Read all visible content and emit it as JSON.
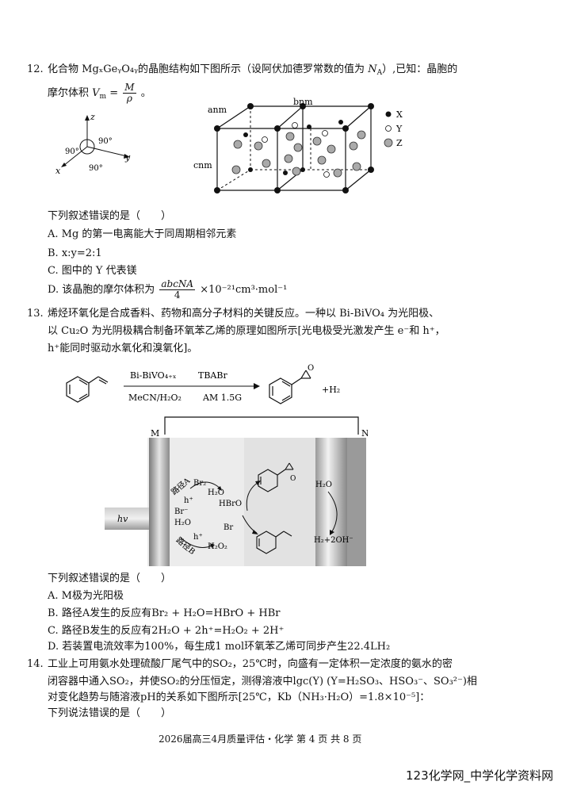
{
  "q12": {
    "num": "12.",
    "stem_a": "化合物",
    "formula": "MgₓGeᵧO₄ᵧ",
    "stem_b": "的晶胞结构如下图所示（设阿伏加德罗常数的值为",
    "na": "N",
    "na_sub": "A",
    "stem_c": "）,已知：晶胞的",
    "stem_line2": "摩尔体积",
    "vm": "V",
    "vm_sub": "m",
    "eq": "=",
    "frac_num": "M",
    "frac_den": "ρ",
    "stem_end": "。",
    "axes": {
      "z": "z",
      "y": "y",
      "x": "x",
      "a1": "90°",
      "a2": "90°",
      "a3": "90°"
    },
    "cell": {
      "a": "anm",
      "b": "bnm",
      "c": "cnm"
    },
    "legend": [
      {
        "label": "X"
      },
      {
        "label": "Y"
      },
      {
        "label": "Z"
      }
    ],
    "question": "下列叙述错误的是（　　）",
    "options": {
      "A": "A.  Mg 的第一电离能大于同周期相邻元素",
      "B": "B.  x:y=2:1",
      "C": "C.  图中的 Y 代表镁",
      "D_pre": "D.  该晶胞的摩尔体积为",
      "D_num": "abcNA",
      "D_den": "4",
      "D_post": "×10⁻²¹cm³·mol⁻¹"
    }
  },
  "q13": {
    "num": "13.",
    "line1": "烯烃环氧化是合成香料、药物和高分子材料的关键反应。一种以 Bi-BiVO₄ 为光阳极、",
    "line2": "以 Cu₂O 为光阴极耦合制备环氧苯乙烯的原理如图所示[光电极受光激发产生 e⁻和 h⁺，",
    "line3": "h⁺能同时驱动水氧化和溴氧化]。",
    "reaction": {
      "above1": "Bi-BiVO₄₊ₓ",
      "above2": "TBABr",
      "below1": "MeCN/H₂O₂",
      "below2": "AM 1.5G",
      "byproduct": "+H₂"
    },
    "cell": {
      "M": "M",
      "N": "N",
      "hv": "hv",
      "pathA": "路径A",
      "pathB": "路径B",
      "Br2": "Br₂",
      "H2O_a": "H₂O",
      "h1": "h⁺",
      "HBrO": "HBrO",
      "Br_minus": "Br⁻",
      "H2O_b": "H₂O",
      "h2": "h⁺",
      "Br": "Br",
      "H2O2": "H₂O₂",
      "H2O_r": "H₂O",
      "H2OH": "H₂+2OH⁻"
    },
    "question": "下列叙述错误的是（　　）",
    "options": {
      "A": "A.  M极为光阳极",
      "B": "B.  路径A发生的反应有Br₂ + H₂O=HBrO + HBr",
      "C": "C.  路径B发生的反应有2H₂O + 2h⁺=H₂O₂ + 2H⁺",
      "D": "D.  若装置电流效率为100%，每生成1 mol环氧苯乙烯可同步产生22.4LH₂"
    }
  },
  "q14": {
    "num": "14.",
    "line1": "工业上可用氨水处理硫酸厂尾气中的SO₂，25℃时，向盛有一定体积一定浓度的氨水的密",
    "line2": "闭容器中通入SO₂，并使SO₂的分压恒定，测得溶液中lgc(Y) (Y=H₂SO₃、HSO₃⁻、SO₃²⁻)相",
    "line3": "对变化趋势与随溶液pH的关系如下图所示[25℃，Kb（NH₃·H₂O）=1.8×10⁻⁵]：",
    "question": "下列说法错误的是（　　）"
  },
  "footer": "2026届高三4月质量评估・化学  第 4 页  共 8 页",
  "watermark": "123化学网_中学化学资料网"
}
